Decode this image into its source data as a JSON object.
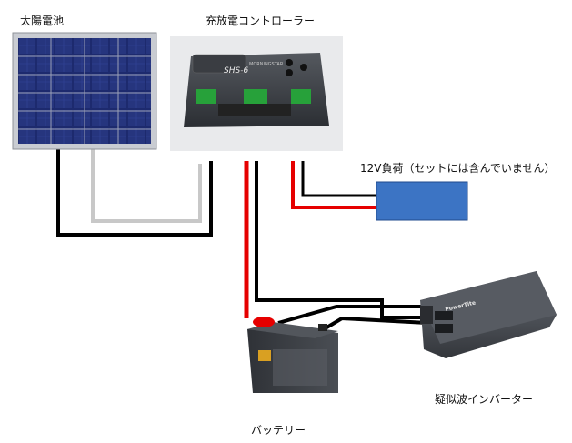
{
  "labels": {
    "solar_panel": "太陽電池",
    "charge_controller": "充放電コントローラー",
    "load": "12V負荷（セットには含んでいません）",
    "battery": "バッテリー",
    "inverter": "疑似波インバーター"
  },
  "device_text": {
    "controller_model": "SHS-6",
    "controller_brand": "MORNINGSTAR",
    "inverter_brand": "PowerTite"
  },
  "colors": {
    "panel_cell": "#1d2a6e",
    "panel_frame": "#c9ccd2",
    "controller_body": "#3a3d42",
    "terminal_green": "#27a13a",
    "load_box": "#3c74c4",
    "battery_body": "#3b3f44",
    "inverter_body": "#4a4e55",
    "wire_black": "#000000",
    "wire_red": "#e60000",
    "wire_gray": "#c8c8c8"
  }
}
